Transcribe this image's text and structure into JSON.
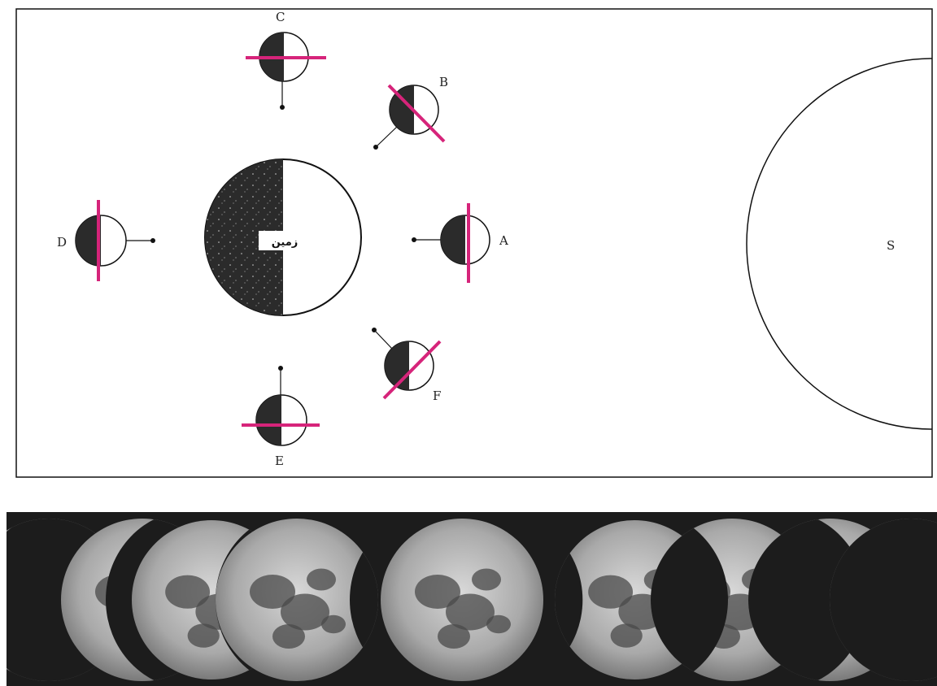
{
  "diagram": {
    "earth_label": "زمین",
    "sun_label": "S",
    "moon_labels": {
      "A": "A",
      "B": "B",
      "C": "C",
      "D": "D",
      "E": "E",
      "F": "F"
    }
  },
  "colors": {
    "line": "#111111",
    "dark": "#2b2b2b",
    "magenta": "#d6247a",
    "strip_bg": "#1c1c1c",
    "moon_base": "#bdbdbd",
    "moon_mare": "#4a4a4a"
  },
  "phase_strip": {
    "phases": [
      {
        "name": "thin-crescent"
      },
      {
        "name": "crescent"
      },
      {
        "name": "first-quarter"
      },
      {
        "name": "waxing-gibbous"
      },
      {
        "name": "full-moon"
      },
      {
        "name": "waning-gibbous"
      },
      {
        "name": "last-quarter"
      },
      {
        "name": "waning-crescent"
      },
      {
        "name": "thin-waning-crescent"
      }
    ]
  }
}
